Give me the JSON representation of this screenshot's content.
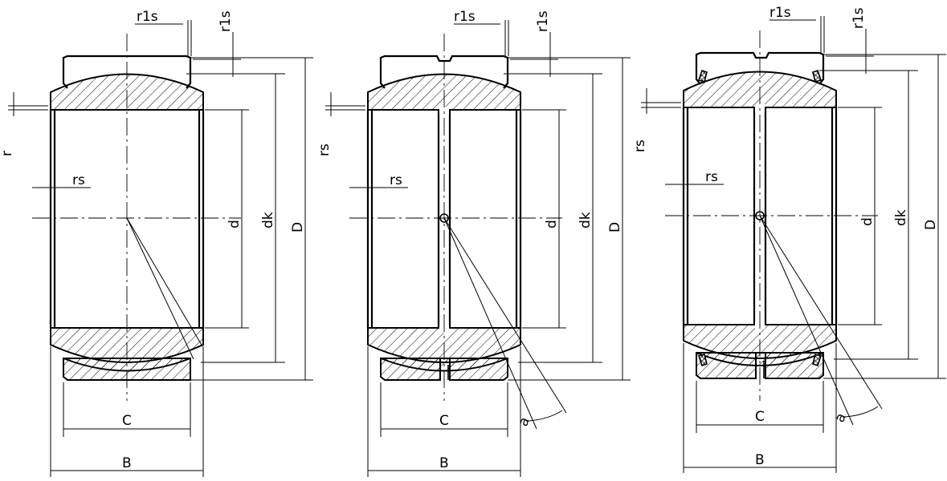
{
  "diagrams": [
    {
      "labels": {
        "r1s_top": "r1s",
        "r1s_side": "r1s",
        "rs_side": "r",
        "rs_inner": "rs",
        "d": "d",
        "dk": "dk",
        "D": "D",
        "C": "C",
        "B": "B"
      }
    },
    {
      "labels": {
        "r1s_top": "r1s",
        "r1s_side": "r1s",
        "rs_side": "rs",
        "rs_inner": "rs",
        "d": "d",
        "dk": "dk",
        "D": "D",
        "C": "C",
        "B": "B",
        "a": "a"
      }
    },
    {
      "labels": {
        "r1s_top": "r1s",
        "r1s_side": "r1s",
        "rs_side": "rs",
        "rs_inner": "rs",
        "d": "d",
        "dk": "dk",
        "D": "D",
        "C": "C",
        "B": "B",
        "a": "a"
      }
    }
  ]
}
